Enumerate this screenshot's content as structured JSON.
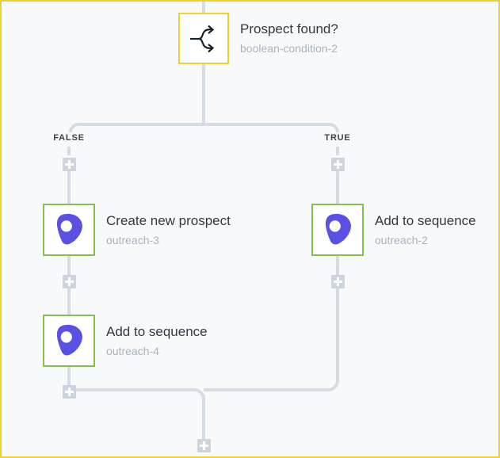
{
  "colors": {
    "background": "#f7f9fb",
    "frame": "#f0d02e",
    "connector": "#d6dce3",
    "plus_button": "#ccd5de",
    "condition_border": "#f0d02e",
    "action_border": "#85bf4f",
    "outreach_purple": "#5a50e4",
    "title_text": "#2e3942",
    "subtitle_text": "#a9b4be",
    "branch_label_text": "#39444d"
  },
  "workflow": {
    "condition_node": {
      "title": "Prospect found?",
      "id": "boolean-condition-2",
      "icon": "branch-split-icon"
    },
    "branch_labels": {
      "false": "FALSE",
      "true": "TRUE"
    },
    "false_branch_nodes": [
      {
        "title": "Create new prospect",
        "id": "outreach-3",
        "icon": "outreach-logo"
      },
      {
        "title": "Add to sequence",
        "id": "outreach-4",
        "icon": "outreach-logo"
      }
    ],
    "true_branch_nodes": [
      {
        "title": "Add to sequence",
        "id": "outreach-2",
        "icon": "outreach-logo"
      }
    ]
  }
}
